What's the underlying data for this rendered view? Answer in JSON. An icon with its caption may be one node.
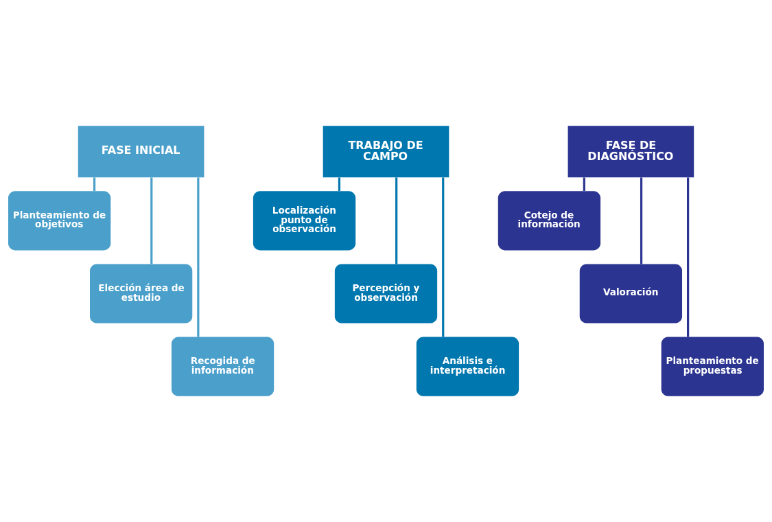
{
  "diagram": {
    "nodes": [
      {
        "text": [
          "FASE INICIAL"
        ]
      },
      {
        "text": [
          "Planteamiento de objetivos"
        ]
      },
      {
        "text": [
          "Elección área de estudio"
        ]
      },
      {
        "text": [
          "Recogida de información"
        ]
      },
      {
        "text": [
          "TRABAJO DE CAMPO"
        ]
      },
      {
        "text": [
          "Localización punto de observación"
        ]
      },
      {
        "text": [
          "Percepción y observación"
        ]
      },
      {
        "text": [
          "Análisis e interpretación"
        ]
      },
      {
        "text": [
          "FASE DE DIAGNÓSTICO"
        ]
      },
      {
        "text": [
          "Cotejo de información"
        ]
      },
      {
        "text": [
          "Valoración"
        ]
      },
      {
        "text": [
          "Planteamiento de propuestas"
        ]
      }
    ],
    "edges": [
      {
        "from": 0,
        "to": 1,
        "arrow": "none",
        "color": "#4a9fcb"
      },
      {
        "from": 0,
        "to": 2,
        "arrow": "none",
        "color": "#4a9fcb"
      },
      {
        "from": 0,
        "to": 3,
        "arrow": "none",
        "color": "#4a9fcb"
      },
      {
        "from": 4,
        "to": 5,
        "arrow": "none",
        "color": "#0077ae"
      },
      {
        "from": 4,
        "to": 6,
        "arrow": "none",
        "color": "#0077ae"
      },
      {
        "from": 4,
        "to": 7,
        "arrow": "none",
        "color": "#0077ae"
      },
      {
        "from": 8,
        "to": 9,
        "arrow": "none",
        "color": "#2b3490"
      },
      {
        "from": 8,
        "to": 10,
        "arrow": "none",
        "color": "#2b3490"
      },
      {
        "from": 8,
        "to": 11,
        "arrow": "none",
        "color": "#2b3490"
      }
    ]
  }
}
